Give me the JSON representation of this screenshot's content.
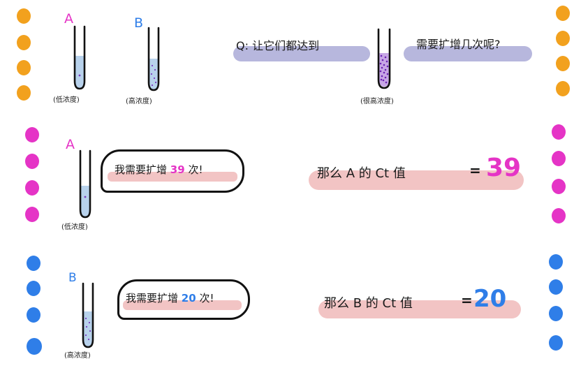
{
  "colors": {
    "orange": "#f2a11e",
    "magenta": "#e534c6",
    "blue": "#2f7ee8",
    "lavender_highlight": "#b7b7dd",
    "pink_highlight": "#f2c4c4",
    "tube_fill": "#b8d2ec",
    "tube_dots_purple": "#7a3cc0"
  },
  "row1": {
    "tube_a_label": "A",
    "tube_a_caption": "(低浓度)",
    "tube_b_label": "B",
    "tube_b_caption": "(高浓度)",
    "question_prefix": "Q: 让它们都达到",
    "question_suffix": "需要扩增几次呢?",
    "target_caption": "(很高浓度)"
  },
  "row2": {
    "tube_label": "A",
    "tube_caption": "(低浓度)",
    "bubble_before": "我需要扩增",
    "bubble_count": "39",
    "bubble_after": "次!",
    "statement": "那么 A 的  Ct 值",
    "equals": "=",
    "ct_value": "39"
  },
  "row3": {
    "tube_label": "B",
    "tube_caption": "(高浓度)",
    "bubble_before": "我需要扩增",
    "bubble_count": "20",
    "bubble_after": "次!",
    "statement": "那么 B 的 Ct 值",
    "equals": "=",
    "ct_value": "20"
  }
}
